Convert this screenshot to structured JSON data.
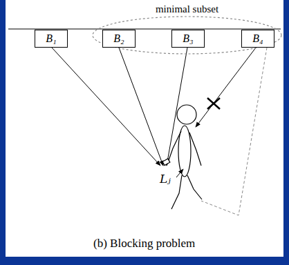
{
  "diagram": {
    "caption": "(b) Blocking problem",
    "nodes": [
      {
        "text": [
          "minimal subset"
        ]
      },
      {
        "text": [
          "B₁"
        ]
      },
      {
        "text": [
          "B₂"
        ],
        "in": 0
      },
      {
        "text": [
          "B₃"
        ],
        "in": 0
      },
      {
        "text": [
          "B₄"
        ],
        "in": 0
      }
    ],
    "labels": [
      "Lⱼ"
    ]
  }
}
